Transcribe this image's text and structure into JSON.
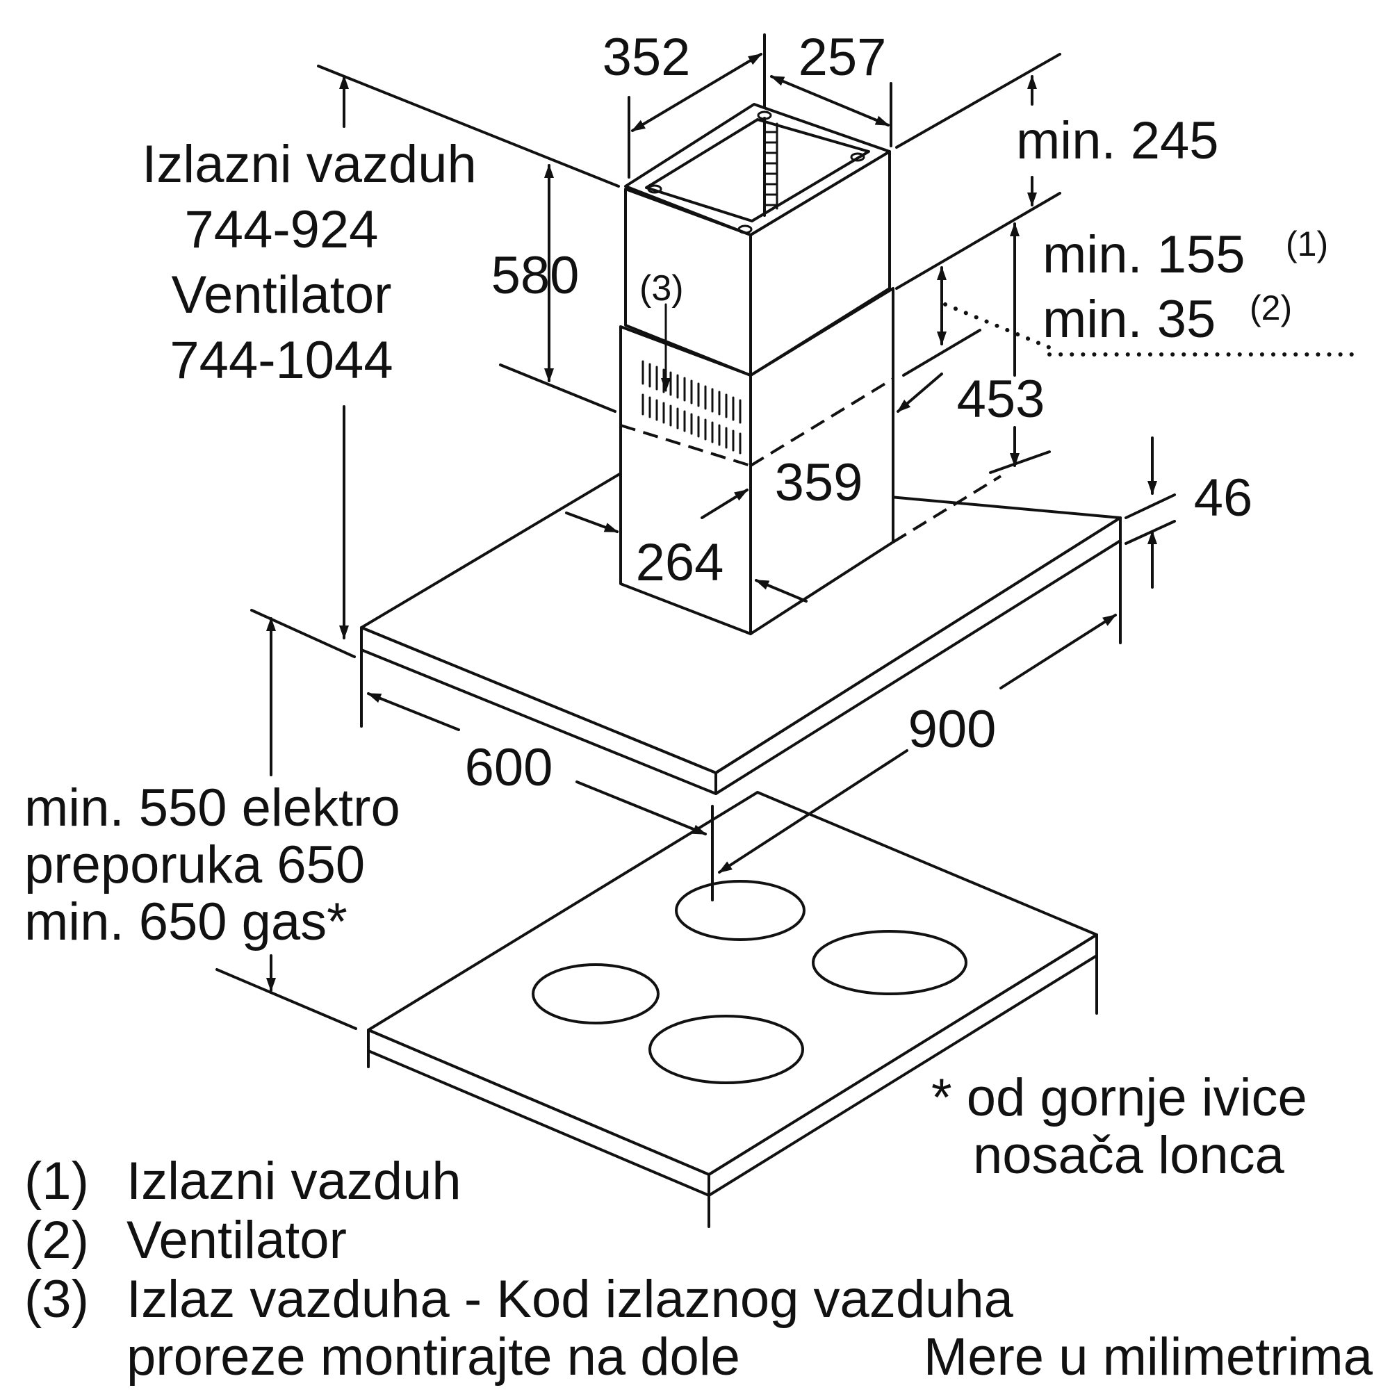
{
  "dimensions": {
    "top_depth": "352",
    "top_width": "257",
    "min_245": "min. 245",
    "chimney_upper": "580",
    "min_155": "min. 155",
    "min_155_ref": "(1)",
    "min_35": "min. 35",
    "min_35_ref": "(2)",
    "d453": "453",
    "d359": "359",
    "d264": "264",
    "d46": "46",
    "d900": "900",
    "d600": "600",
    "slot_ref": "(3)"
  },
  "left_labels": {
    "line1": "Izlazni vazduh",
    "line2": "744-924",
    "line3": "Ventilator",
    "line4": "744-1044"
  },
  "min_height": {
    "line1": "min. 550 elektro",
    "line2": "preporuka 650",
    "line3": "min. 650 gas*"
  },
  "footnote": {
    "line1": "* od gornje ivice",
    "line2": "nosača lonca"
  },
  "legend": [
    {
      "num": "(1)",
      "text": "Izlazni vazduh"
    },
    {
      "num": "(2)",
      "text": "Ventilator"
    },
    {
      "num": "(3)",
      "text": "Izlaz vazduha - Kod izlaznog vazduha"
    }
  ],
  "legend_cont": "proreze montirajte na dole",
  "units_note": "Mere u milimetrima"
}
